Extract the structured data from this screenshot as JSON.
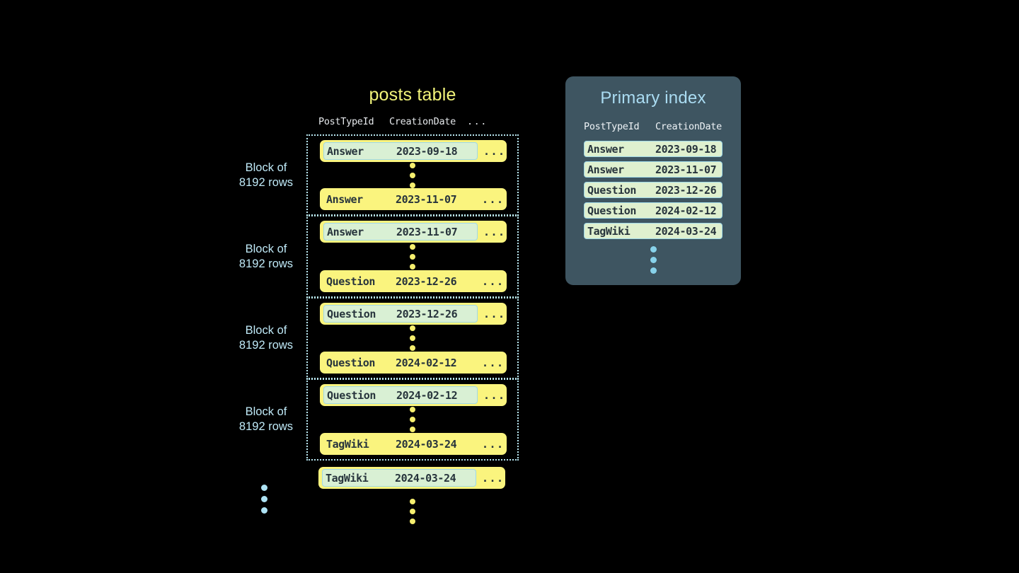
{
  "theme": {
    "background": "#000000",
    "row_yellow": "#faf47e",
    "row_text": "#27343c",
    "highlight_mint": "#d9f0d4",
    "highlight_border": "#9fd8e8",
    "block_border": "#b8e6f0",
    "label_blue": "#bfe9f7",
    "title_yellow": "#f2f47a",
    "panel_bg": "#3e5561",
    "panel_title": "#aadcf2",
    "index_row_bg": "#dff0cf",
    "dot_yellow": "#f5ee6e",
    "dot_blue": "#88d2ea"
  },
  "posts_table": {
    "title": "posts table",
    "columns": {
      "post_type_id": "PostTypeId",
      "creation_date": "CreationDate",
      "more": "..."
    },
    "block_label": "Block of\n8192 rows",
    "blocks": [
      {
        "label": "Block of\n8192 rows",
        "first_row": {
          "post_type_id": "Answer",
          "creation_date": "2023-09-18",
          "more": "...",
          "highlighted": true
        },
        "last_row": {
          "post_type_id": "Answer",
          "creation_date": "2023-11-07",
          "more": "...",
          "highlighted": false
        }
      },
      {
        "label": "Block of\n8192 rows",
        "first_row": {
          "post_type_id": "Answer",
          "creation_date": "2023-11-07",
          "more": "...",
          "highlighted": true
        },
        "last_row": {
          "post_type_id": "Question",
          "creation_date": "2023-12-26",
          "more": "...",
          "highlighted": false
        }
      },
      {
        "label": "Block of\n8192 rows",
        "first_row": {
          "post_type_id": "Question",
          "creation_date": "2023-12-26",
          "more": "...",
          "highlighted": true
        },
        "last_row": {
          "post_type_id": "Question",
          "creation_date": "2024-02-12",
          "more": "...",
          "highlighted": false
        }
      },
      {
        "label": "Block of\n8192 rows",
        "first_row": {
          "post_type_id": "Question",
          "creation_date": "2024-02-12",
          "more": "...",
          "highlighted": true
        },
        "last_row": {
          "post_type_id": "TagWiki",
          "creation_date": "2024-03-24",
          "more": "...",
          "highlighted": false
        }
      }
    ],
    "trailing_row": {
      "post_type_id": "TagWiki",
      "creation_date": "2024-03-24",
      "more": "...",
      "highlighted": true
    }
  },
  "primary_index": {
    "title": "Primary index",
    "columns": {
      "post_type_id": "PostTypeId",
      "creation_date": "CreationDate"
    },
    "rows": [
      {
        "post_type_id": "Answer",
        "creation_date": "2023-09-18"
      },
      {
        "post_type_id": "Answer",
        "creation_date": "2023-11-07"
      },
      {
        "post_type_id": "Question",
        "creation_date": "2023-12-26"
      },
      {
        "post_type_id": "Question",
        "creation_date": "2024-02-12"
      },
      {
        "post_type_id": "TagWiki",
        "creation_date": "2024-03-24"
      }
    ]
  }
}
